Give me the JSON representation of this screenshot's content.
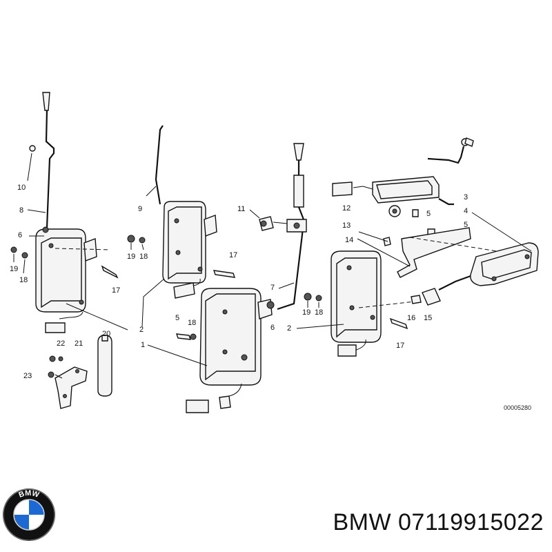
{
  "diagram": {
    "part_labels": [
      "1",
      "2",
      "2",
      "3",
      "4",
      "5",
      "5",
      "5",
      "6",
      "6",
      "7",
      "8",
      "9",
      "10",
      "11",
      "12",
      "13",
      "14",
      "15",
      "16",
      "17",
      "17",
      "17",
      "18",
      "18",
      "18",
      "18",
      "19",
      "19",
      "19",
      "20",
      "21",
      "22",
      "23"
    ],
    "reference_number": "00005280"
  },
  "caption": {
    "brand": "BMW",
    "part_number": "07119915022",
    "text": "BMW 07119915022"
  },
  "logo": {
    "name": "bmw-roundel",
    "letters": "BMW",
    "colors": {
      "blue": "#1c69d4",
      "white": "#ffffff",
      "ring": "#111111"
    }
  }
}
